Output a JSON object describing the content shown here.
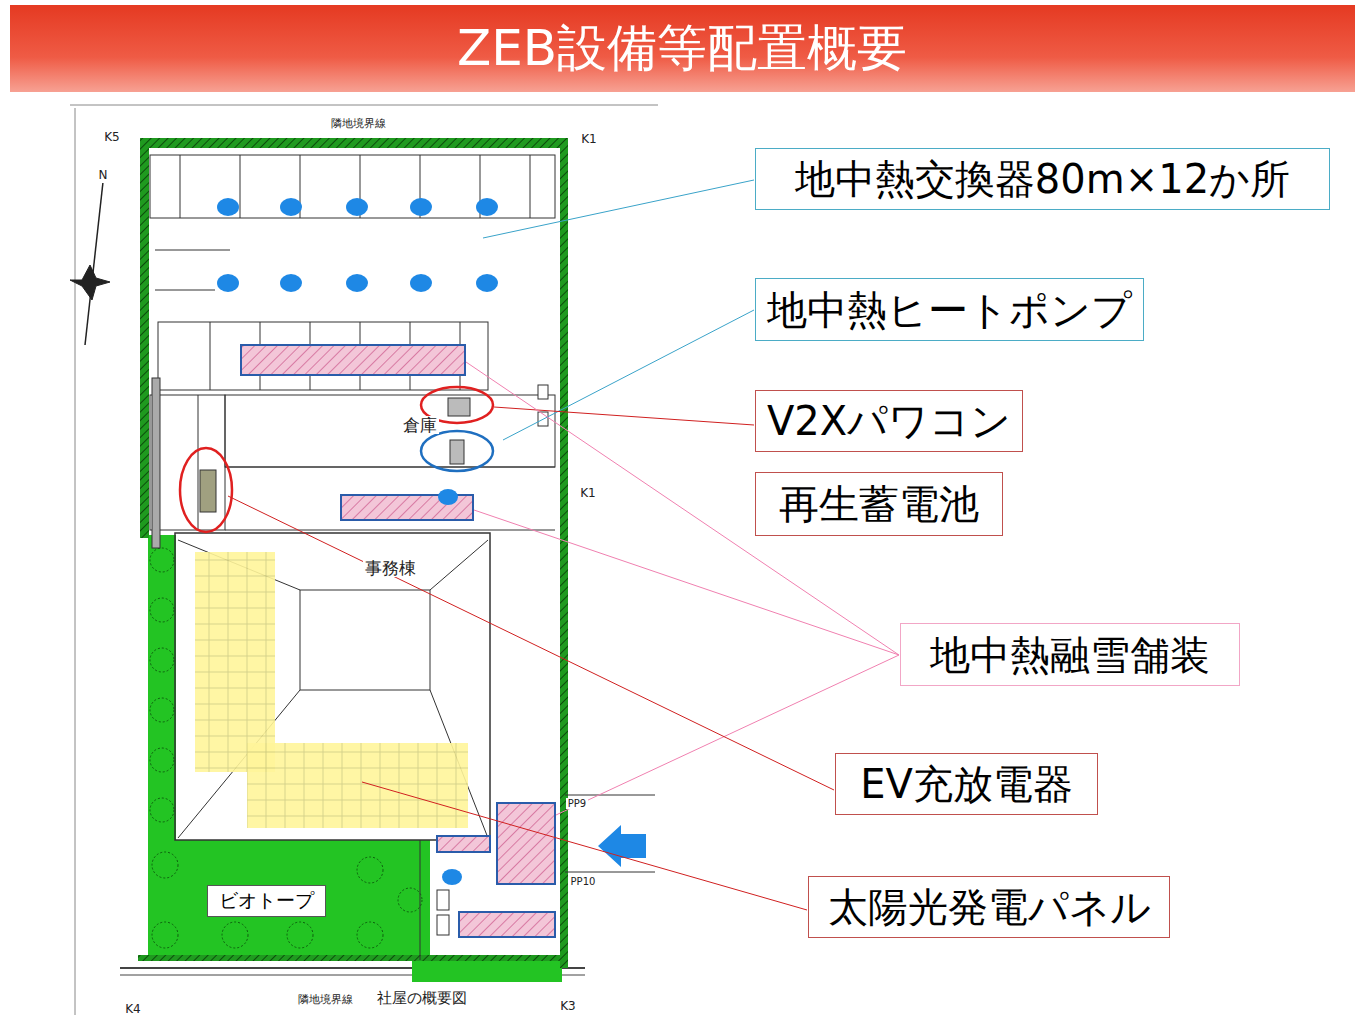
{
  "diagram": {
    "title": "ZEB設備等配置概要",
    "caption": "社屋の概要図",
    "nodes": [
      {
        "text": [
          "地中熱交換器80m×12か所"
        ]
      },
      {
        "text": [
          "地中熱ヒートポンプ"
        ]
      },
      {
        "text": [
          "V2Xパワコン"
        ]
      },
      {
        "text": [
          "再生蓄電池"
        ]
      },
      {
        "text": [
          "地中熱融雪舗装"
        ]
      },
      {
        "text": [
          "EV充放電器"
        ]
      },
      {
        "text": [
          "太陽光発電パネル"
        ]
      },
      {
        "text": [
          "ビオトープ"
        ]
      }
    ],
    "labels": [
      "倉庫",
      "事務棟",
      "K5",
      "K1",
      "N",
      "K1",
      "PP9",
      "PP10",
      "K3",
      "K4",
      "隣地境界線",
      "隣地境界線"
    ]
  }
}
